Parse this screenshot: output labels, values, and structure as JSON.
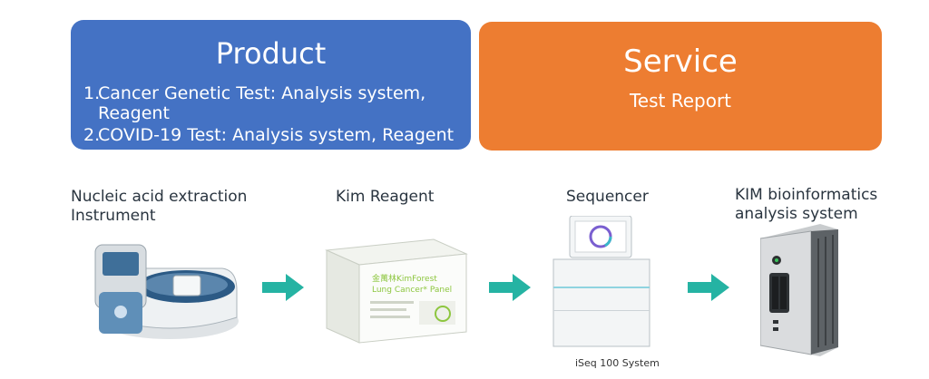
{
  "product": {
    "title": "Product",
    "items": [
      {
        "num": "1.",
        "text": "Cancer Genetic Test: Analysis system, Reagent"
      },
      {
        "num": "2.",
        "text": "COVID-19 Test: Analysis system, Reagent"
      }
    ]
  },
  "service": {
    "title": "Service",
    "subtitle": "Test Report"
  },
  "steps": [
    {
      "label": "Nucleic acid extraction Instrument",
      "icon": "extraction-instrument-icon"
    },
    {
      "label": "Kim Reagent",
      "icon": "reagent-box-icon"
    },
    {
      "label": "Sequencer",
      "icon": "sequencer-icon"
    },
    {
      "label": "KIM bioinformatics analysis system",
      "icon": "server-icon"
    }
  ],
  "reagent_box": {
    "brand": "金萬林KimForest",
    "product": "Lung Cancer* Panel"
  },
  "sequencer_caption": "iSeq 100 System",
  "colors": {
    "product": "#4472c4",
    "service": "#ed7d31",
    "arrow": "#25b3a3"
  }
}
